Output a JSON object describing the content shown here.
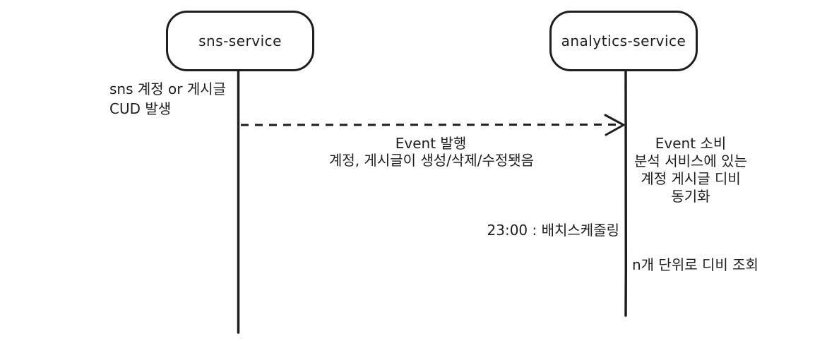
{
  "canvas": {
    "background": "#ffffff",
    "stroke_color": "#1e1e1e"
  },
  "actors": {
    "sns": {
      "label": "sns-service"
    },
    "analytics": {
      "label": "analytics-service"
    }
  },
  "notes": {
    "trigger_note": "sns 계정 or 게시글\nCUD 발생",
    "message_title": "Event 발행",
    "message_detail": "계정, 게시글이 생성/삭제/수정됏음",
    "consume_note": "Event 소비\n분석 서비스에 있는\n계정 게시글 디비\n동기화",
    "batch_note": "23:00 : 배치스케줄링",
    "query_note": "n개 단위로 디비 조회"
  }
}
